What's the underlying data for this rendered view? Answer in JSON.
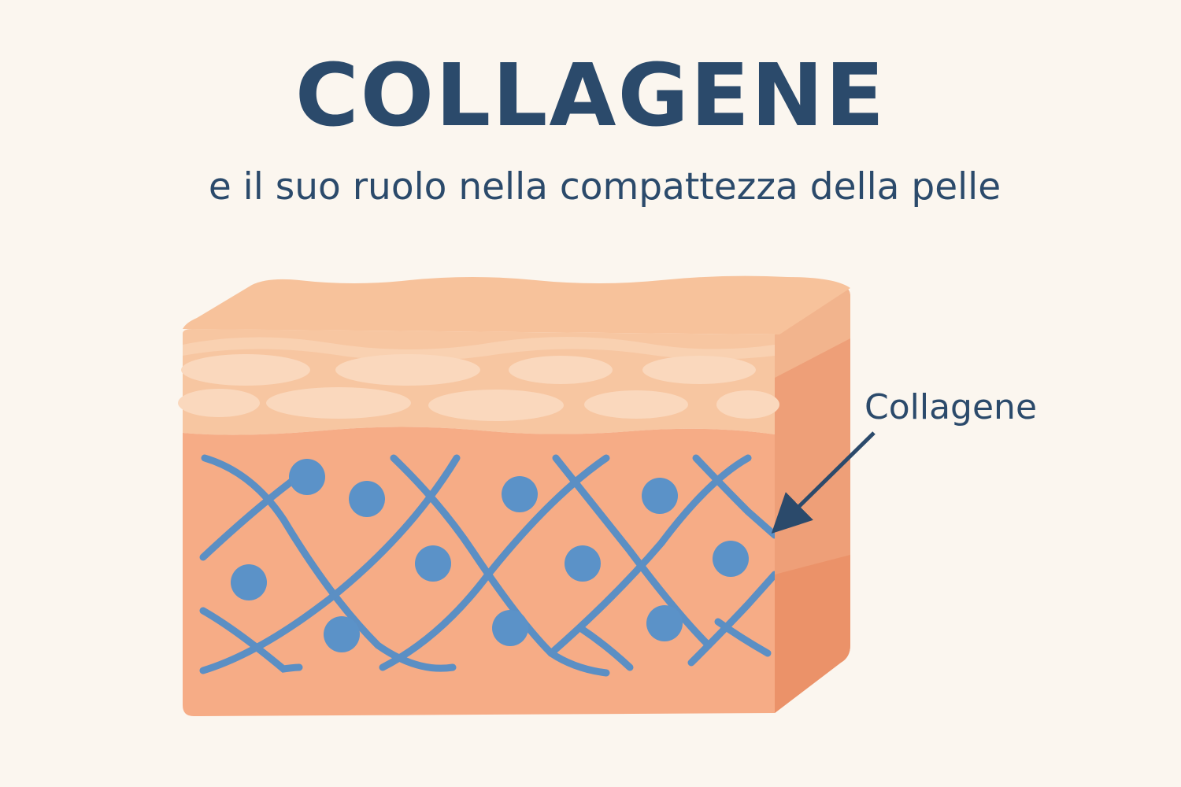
{
  "title": "COLLAGENE",
  "subtitle": "e il suo ruolo nella compattezza della pelle",
  "callout": {
    "label": "Collagene"
  },
  "colors": {
    "background": "#fbf6ef",
    "text": "#2b4a6b",
    "skin_top": "#f6c39c",
    "skin_epidermis": "#f7c8a3",
    "skin_dermis": "#f5ab85",
    "skin_side": "#ee9a73",
    "fiber": "#5b8fc4",
    "cell": "#5b92c8"
  }
}
